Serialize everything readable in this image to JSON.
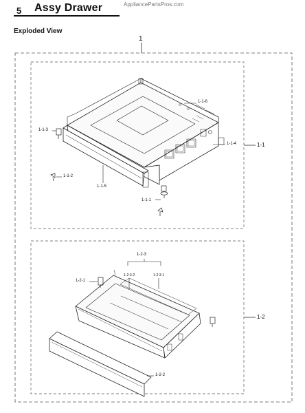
{
  "header": {
    "section_number": "5",
    "title": "Assy Drawer",
    "watermark": "AppliancePartsPros.com"
  },
  "view_title": "Exploded View",
  "callouts": {
    "top": "1",
    "assy_1": "1-1",
    "assy_2": "1-2",
    "p_1_1_1": "1-1-1",
    "p_1_1_2": "1-1-2",
    "p_1_1_3": "1-1-3",
    "p_1_1_4": "1-1-4",
    "p_1_1_5": "1-1-5",
    "p_1_1_6": "1-1-6",
    "p_1_2_1": "1-2-1",
    "p_1_2_2": "1-2-2",
    "p_1_2_3": "1-2-3",
    "p_1_2_3_1": "1-2-3-1",
    "p_1_2_3_2": "1-2-3-2"
  },
  "colors": {
    "line": "#222222",
    "dash": "#555555"
  }
}
